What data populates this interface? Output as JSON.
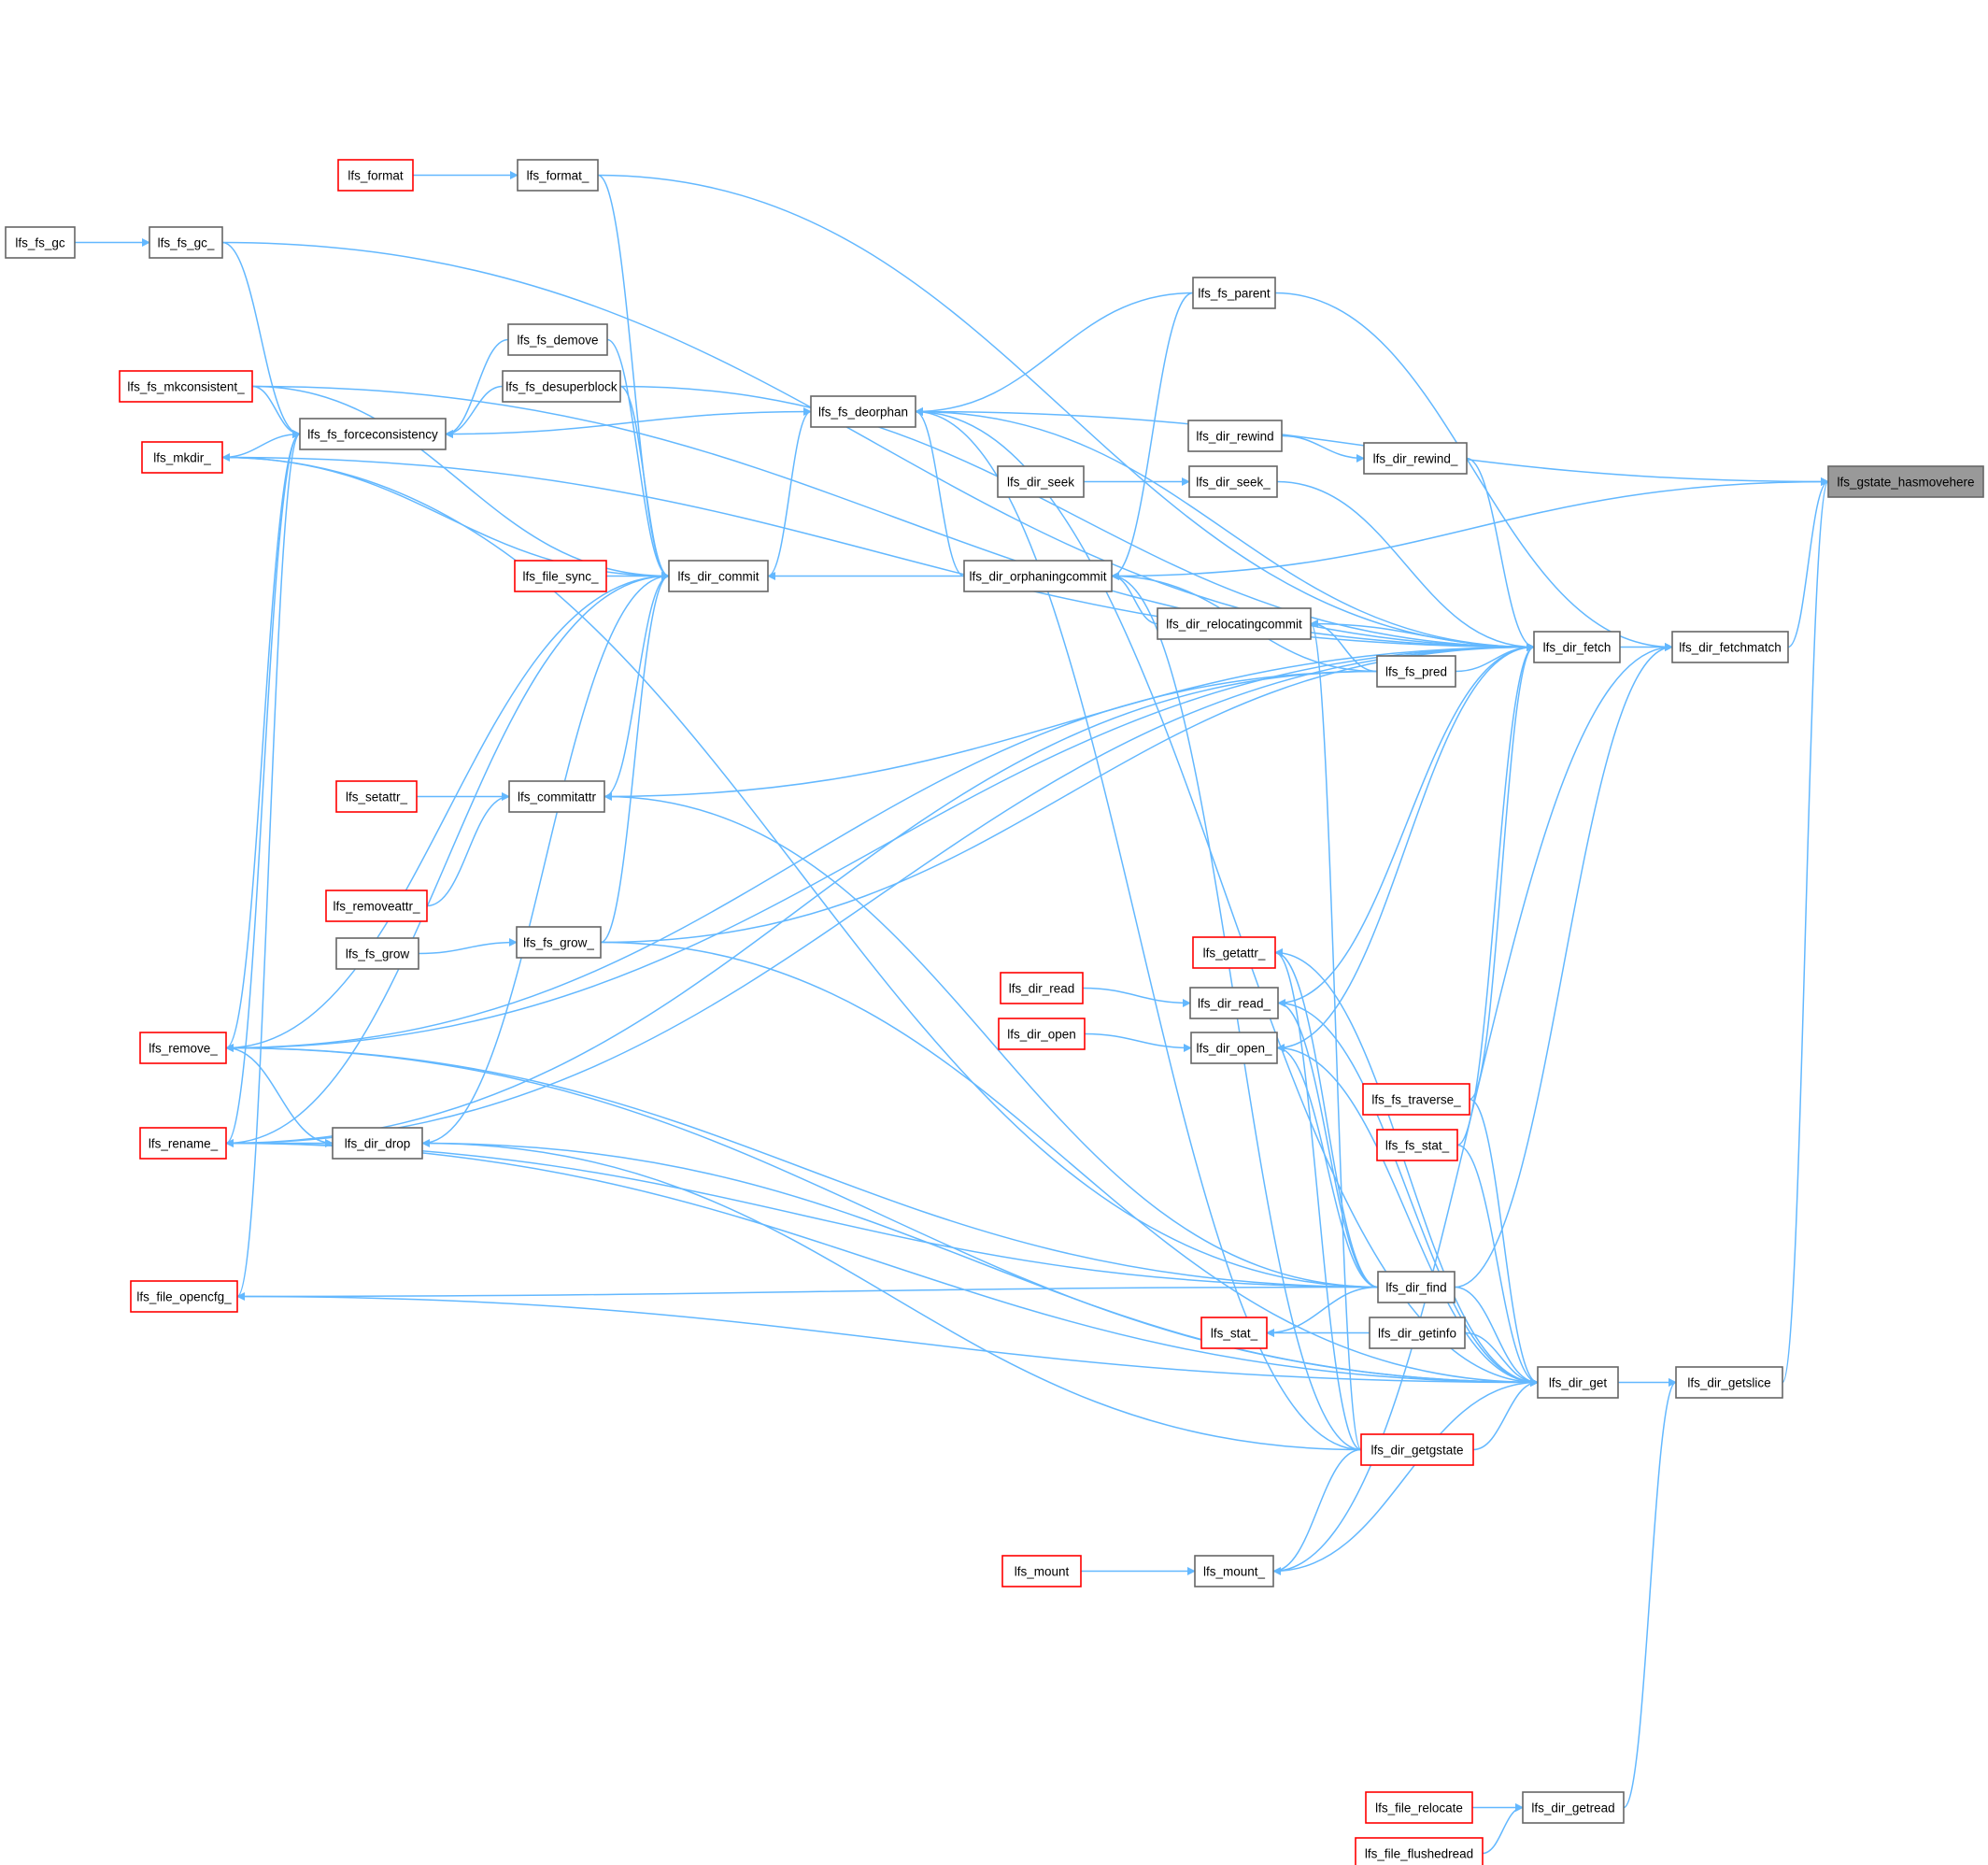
{
  "graph": {
    "title": "",
    "edge_color": "#63b8ff",
    "node_border": "#666666",
    "caller_border": "#ff0000",
    "focus_fill": "#999999",
    "nodes": [
      {
        "id": "hasmovehere",
        "label": "lfs_gstate_hasmovehere",
        "kind": "focus"
      },
      {
        "id": "fetchmatch",
        "label": "lfs_dir_fetchmatch",
        "kind": "plain"
      },
      {
        "id": "getslice",
        "label": "lfs_dir_getslice",
        "kind": "plain"
      },
      {
        "id": "fetch",
        "label": "lfs_dir_fetch",
        "kind": "plain"
      },
      {
        "id": "get",
        "label": "lfs_dir_get",
        "kind": "plain"
      },
      {
        "id": "getread",
        "label": "lfs_dir_getread",
        "kind": "plain"
      },
      {
        "id": "file_relocate",
        "label": "lfs_file_relocate",
        "kind": "red"
      },
      {
        "id": "file_flushedread",
        "label": "lfs_file_flushedread",
        "kind": "red"
      },
      {
        "id": "rewind_",
        "label": "lfs_dir_rewind_",
        "kind": "plain"
      },
      {
        "id": "pred",
        "label": "lfs_fs_pred",
        "kind": "plain"
      },
      {
        "id": "fs_traverse_",
        "label": "lfs_fs_traverse_",
        "kind": "red"
      },
      {
        "id": "fs_stat_",
        "label": "lfs_fs_stat_",
        "kind": "red"
      },
      {
        "id": "find",
        "label": "lfs_dir_find",
        "kind": "plain"
      },
      {
        "id": "getinfo",
        "label": "lfs_dir_getinfo",
        "kind": "plain"
      },
      {
        "id": "getgstate",
        "label": "lfs_dir_getgstate",
        "kind": "red"
      },
      {
        "id": "fs_parent",
        "label": "lfs_fs_parent",
        "kind": "plain"
      },
      {
        "id": "dir_rewind",
        "label": "lfs_dir_rewind",
        "kind": "plain"
      },
      {
        "id": "dir_seek",
        "label": "lfs_dir_seek",
        "kind": "plain"
      },
      {
        "id": "seek_",
        "label": "lfs_dir_seek_",
        "kind": "plain"
      },
      {
        "id": "orphaningcommit",
        "label": "lfs_dir_orphaningcommit",
        "kind": "plain"
      },
      {
        "id": "relocatingcommit",
        "label": "lfs_dir_relocatingcommit",
        "kind": "plain"
      },
      {
        "id": "getattr_",
        "label": "lfs_getattr_",
        "kind": "red"
      },
      {
        "id": "dir_read",
        "label": "lfs_dir_read",
        "kind": "red"
      },
      {
        "id": "read_",
        "label": "lfs_dir_read_",
        "kind": "plain"
      },
      {
        "id": "dir_open",
        "label": "lfs_dir_open",
        "kind": "red"
      },
      {
        "id": "open_",
        "label": "lfs_dir_open_",
        "kind": "plain"
      },
      {
        "id": "stat_",
        "label": "lfs_stat_",
        "kind": "red"
      },
      {
        "id": "mount",
        "label": "lfs_mount",
        "kind": "red"
      },
      {
        "id": "mount_",
        "label": "lfs_mount_",
        "kind": "plain"
      },
      {
        "id": "commit",
        "label": "lfs_dir_commit",
        "kind": "plain"
      },
      {
        "id": "deorphan",
        "label": "lfs_fs_deorphan",
        "kind": "plain"
      },
      {
        "id": "file_sync_",
        "label": "lfs_file_sync_",
        "kind": "red"
      },
      {
        "id": "format_",
        "label": "lfs_format_",
        "kind": "plain"
      },
      {
        "id": "format",
        "label": "lfs_format",
        "kind": "red"
      },
      {
        "id": "demove",
        "label": "lfs_fs_demove",
        "kind": "plain"
      },
      {
        "id": "desuperblock",
        "label": "lfs_fs_desuperblock",
        "kind": "plain"
      },
      {
        "id": "commitattr",
        "label": "lfs_commitattr",
        "kind": "plain"
      },
      {
        "id": "setattr_",
        "label": "lfs_setattr_",
        "kind": "red"
      },
      {
        "id": "removeattr_",
        "label": "lfs_removeattr_",
        "kind": "red"
      },
      {
        "id": "grow_",
        "label": "lfs_fs_grow_",
        "kind": "plain"
      },
      {
        "id": "fs_grow",
        "label": "lfs_fs_grow",
        "kind": "plain"
      },
      {
        "id": "drop",
        "label": "lfs_dir_drop",
        "kind": "plain"
      },
      {
        "id": "gc_",
        "label": "lfs_fs_gc_",
        "kind": "plain"
      },
      {
        "id": "fs_gc",
        "label": "lfs_fs_gc",
        "kind": "plain"
      },
      {
        "id": "forceconsistency",
        "label": "lfs_fs_forceconsistency",
        "kind": "plain"
      },
      {
        "id": "mkconsistent_",
        "label": "lfs_fs_mkconsistent_",
        "kind": "red"
      },
      {
        "id": "mkdir_",
        "label": "lfs_mkdir_",
        "kind": "red"
      },
      {
        "id": "remove_",
        "label": "lfs_remove_",
        "kind": "red"
      },
      {
        "id": "rename_",
        "label": "lfs_rename_",
        "kind": "red"
      },
      {
        "id": "file_opencfg_",
        "label": "lfs_file_opencfg_",
        "kind": "red"
      }
    ]
  }
}
